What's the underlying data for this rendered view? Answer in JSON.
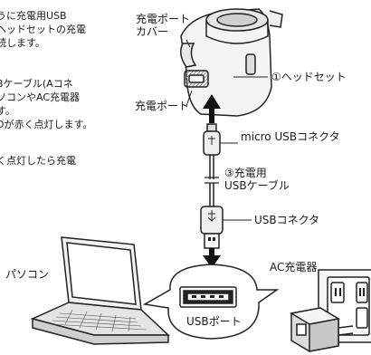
{
  "instructions": [
    "うに充電用USB",
    "ヘッドセットの充電",
    "続します。",
    "",
    "Bケーブル(Aコネ",
    "ソコンやAC充電器",
    "す。",
    "Dが赤く点灯します。",
    "",
    "く点灯したら充電"
  ],
  "labels": {
    "charge_port_cover": "充電ポート\nカバー",
    "headset": "①ヘッドセット",
    "charge_port": "充電ポート",
    "micro_usb": "micro USBコネクタ",
    "cable": "③充電用\nUSBケーブル",
    "usb_connector": "USBコネクタ",
    "pc": "パソコン",
    "ac_charger": "AC充電器",
    "usb_port": "USBポート"
  }
}
